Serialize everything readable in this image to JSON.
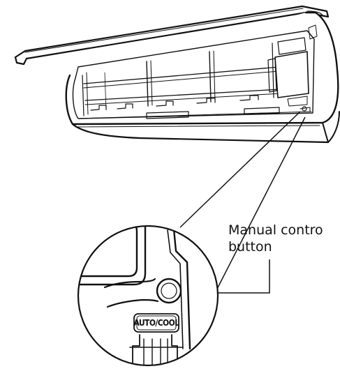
{
  "callout": {
    "line1": "Manual contro",
    "line2": "button"
  },
  "detail": {
    "button_text": "AUTO/COOL"
  },
  "icons": {
    "unit": "air-conditioner-indoor-unit-icon",
    "magnifier": "magnified-detail-circle-icon"
  }
}
